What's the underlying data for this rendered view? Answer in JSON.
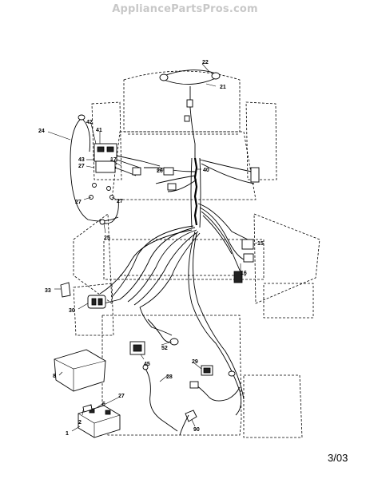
{
  "watermark": "AppliancePartsPros.com",
  "date_code": "3/03",
  "callouts": [
    "22",
    "21",
    "24",
    "42",
    "41",
    "43",
    "27",
    "17",
    "26",
    "40",
    "27",
    "27",
    "25",
    "15",
    "16",
    "33",
    "30",
    "52",
    "45",
    "8",
    "29",
    "28",
    "27",
    "6",
    "2",
    "1",
    "90"
  ]
}
